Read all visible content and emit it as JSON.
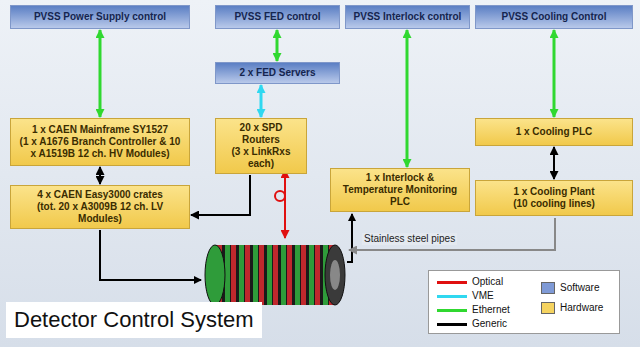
{
  "diagram": {
    "title": "Detector Control System",
    "nodes": [
      {
        "text": [
          "PVSS Power Supply control"
        ]
      },
      {
        "text": [
          "PVSS FED control"
        ]
      },
      {
        "text": [
          "PVSS Interlock control"
        ]
      },
      {
        "text": [
          "PVSS Cooling Control"
        ]
      },
      {
        "text": [
          "2 x FED Servers"
        ]
      },
      {
        "text": [
          "1 x CAEN Mainframe SY1527",
          "(1 x A1676 Branch Controller & 10 x A1519B 12 ch. HV Modules)"
        ]
      },
      {
        "text": [
          "20 x SPD Routers",
          "(3 x LinkRxs each)"
        ]
      },
      {
        "text": [
          "1 x Cooling PLC"
        ]
      },
      {
        "text": [
          "4 x CAEN Easy3000 crates",
          "(tot. 20 x A3009B 12 ch. LV Modules)"
        ]
      },
      {
        "text": [
          "1 x Interlock & Temperature Monitoring PLC"
        ]
      },
      {
        "text": [
          "1 x Cooling Plant",
          "(10 cooling lines)"
        ]
      }
    ],
    "edges": [
      {
        "from": 0,
        "to": 5,
        "arrow": "both"
      },
      {
        "from": 1,
        "to": 4,
        "arrow": "both"
      },
      {
        "from": 4,
        "to": 6,
        "arrow": "both"
      },
      {
        "from": 2,
        "to": 9,
        "arrow": "both"
      },
      {
        "from": 3,
        "to": 7,
        "arrow": "both"
      },
      {
        "from": 7,
        "to": 10,
        "arrow": "both"
      },
      {
        "from": 5,
        "to": 8,
        "arrow": "both"
      },
      {
        "from": 6,
        "to": 8,
        "arrow": "to"
      }
    ],
    "labels": [
      "Stainless steel pipes"
    ],
    "legend": [
      {
        "text": "Optical",
        "color": "#e01010"
      },
      {
        "text": "VME",
        "color": "#30d8f0"
      },
      {
        "text": "Ethernet",
        "color": "#30d830"
      },
      {
        "text": "Generic",
        "color": "#000000"
      },
      {
        "text": "Software",
        "color": "#7f9ad6"
      },
      {
        "text": "Hardware",
        "color": "#f5d360"
      }
    ]
  }
}
